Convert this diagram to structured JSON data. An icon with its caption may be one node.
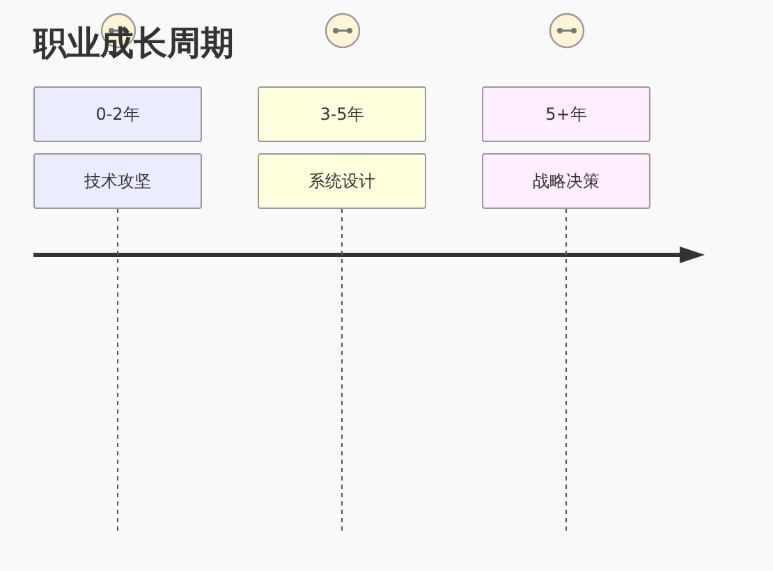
{
  "diagram": {
    "title": "职业成长周期",
    "nodes": [
      {
        "text": [
          "0-2年"
        ]
      },
      {
        "text": [
          "3-5年"
        ]
      },
      {
        "text": [
          "5+年"
        ]
      },
      {
        "text": [
          "技术攻坚"
        ]
      },
      {
        "text": [
          "系统设计"
        ]
      },
      {
        "text": [
          "战略决策"
        ]
      }
    ],
    "edges": []
  }
}
